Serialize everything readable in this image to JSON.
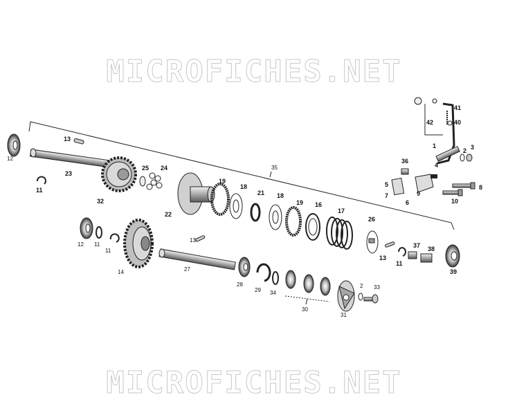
{
  "watermark_top": "MICROFICHES.NET",
  "watermark_bottom": "MICROFICHES.NET",
  "callouts": {
    "c1": "1",
    "c2": "2",
    "c3": "3",
    "c4": "4",
    "c5": "5",
    "c6": "6",
    "c7": "7",
    "c8": "8",
    "c9": "9",
    "c10": "10",
    "c11": "11",
    "c12": "12",
    "c13": "13",
    "c14": "14",
    "c16": "16",
    "c17": "17",
    "c18": "18",
    "c19": "19",
    "c21": "21",
    "c22": "22",
    "c23": "23",
    "c24": "24",
    "c25": "25",
    "c26": "26",
    "c27": "27",
    "c28": "28",
    "c29": "29",
    "c30": "30",
    "c31": "31",
    "c32": "32",
    "c33": "33",
    "c34": "34",
    "c35": "35",
    "c36": "36",
    "c37": "37",
    "c38": "38",
    "c39": "39",
    "c40": "40",
    "c41": "41",
    "c42": "42"
  }
}
